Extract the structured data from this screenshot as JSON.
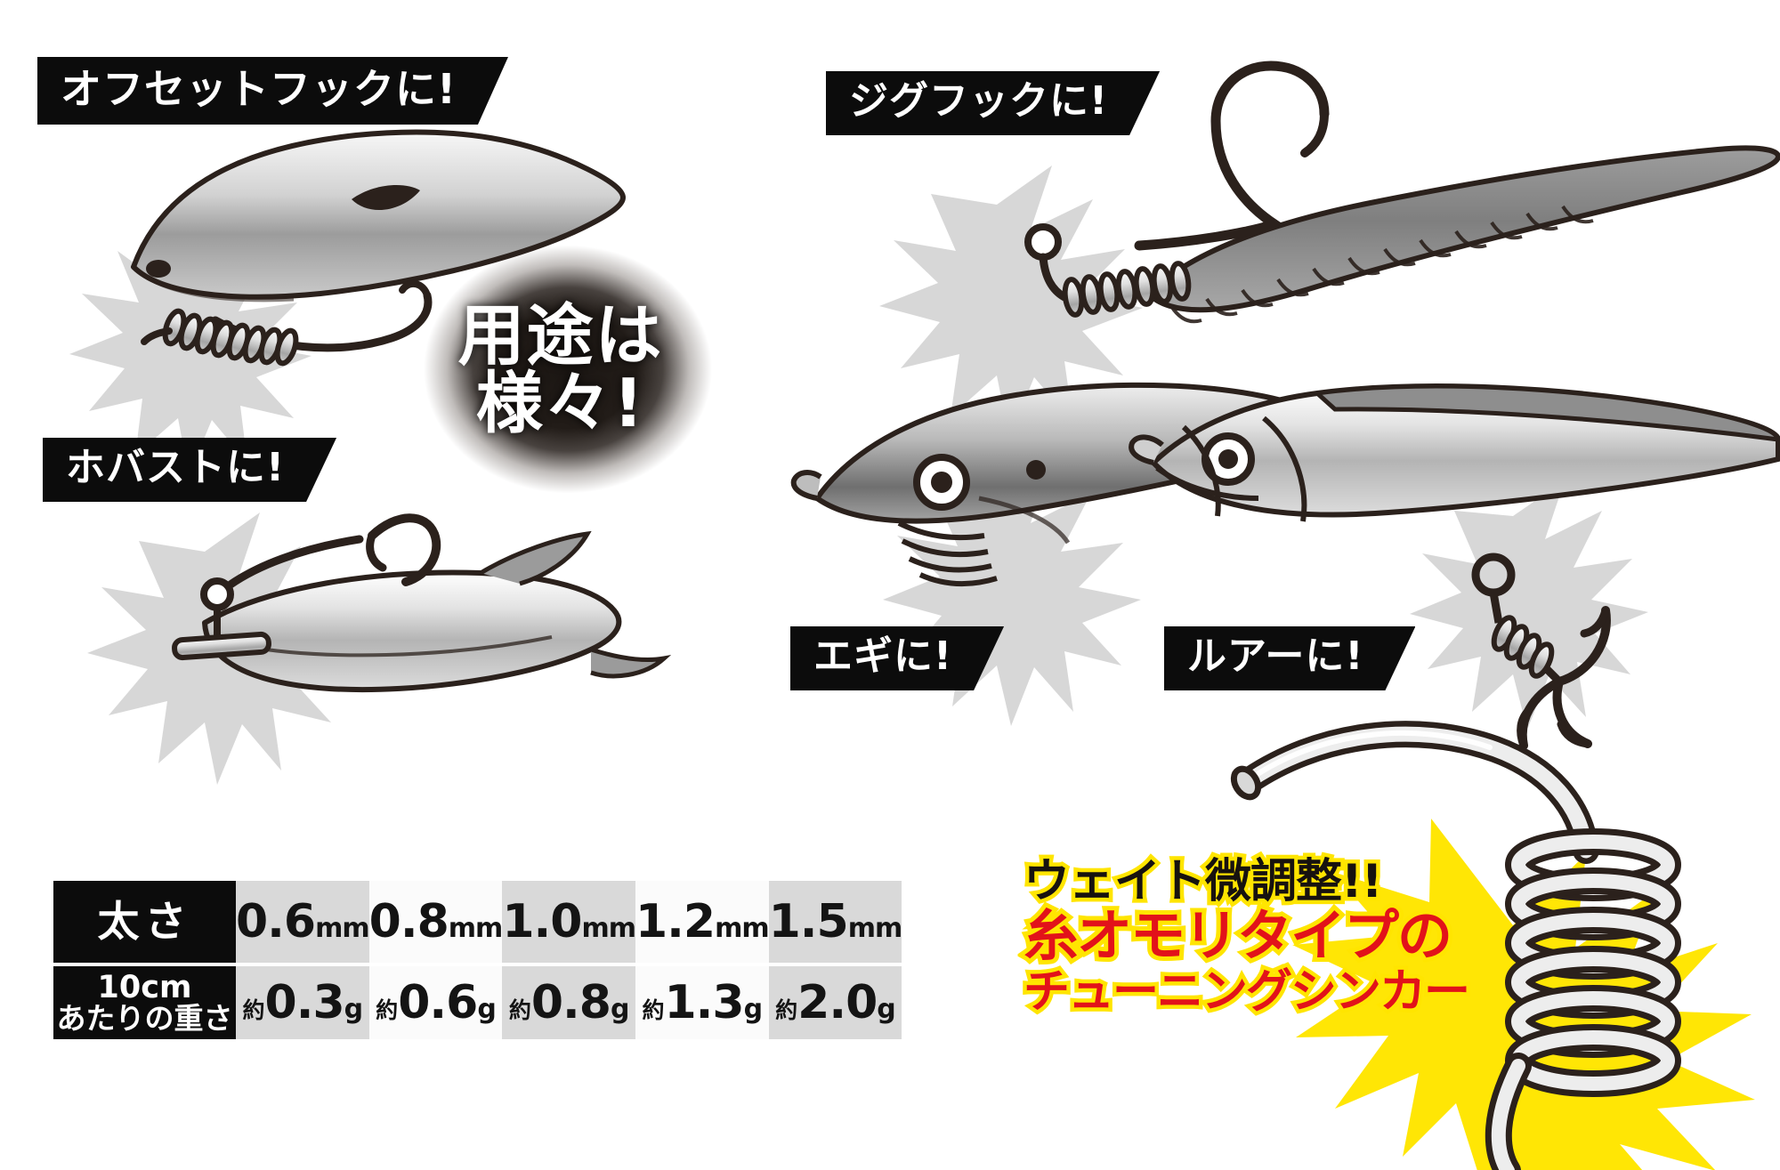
{
  "page": {
    "background_color": "#ffffff",
    "product_type": "fishing-tuning-sinker-infographic"
  },
  "center_callout": {
    "line1": "用途は",
    "line2": "様々!",
    "text_color": "#ffffff",
    "blob_color": "#1b1613"
  },
  "use_labels": [
    {
      "id": "offset-hook",
      "text": "オフセットフックに!"
    },
    {
      "id": "jig-hook",
      "text": "ジグフックに!"
    },
    {
      "id": "hovast",
      "text": "ホバストに!"
    },
    {
      "id": "egi",
      "text": "エギに!"
    },
    {
      "id": "lure",
      "text": "ルアーに!"
    }
  ],
  "spec_table": {
    "row_headers": {
      "thickness": "太さ",
      "weight_line1": "10cm",
      "weight_line2": "あたりの重さ"
    },
    "columns": [
      {
        "thickness": "0.6",
        "thickness_unit": "mm",
        "approx": "約",
        "weight": "0.3",
        "weight_unit": "g",
        "shaded": true
      },
      {
        "thickness": "0.8",
        "thickness_unit": "mm",
        "approx": "約",
        "weight": "0.6",
        "weight_unit": "g",
        "shaded": false
      },
      {
        "thickness": "1.0",
        "thickness_unit": "mm",
        "approx": "約",
        "weight": "0.8",
        "weight_unit": "g",
        "shaded": true
      },
      {
        "thickness": "1.2",
        "thickness_unit": "mm",
        "approx": "約",
        "weight": "1.3",
        "weight_unit": "g",
        "shaded": false
      },
      {
        "thickness": "1.5",
        "thickness_unit": "mm",
        "approx": "約",
        "weight": "2.0",
        "weight_unit": "g",
        "shaded": true
      }
    ],
    "header_bg": "#0c0c0c",
    "header_fg": "#ffffff",
    "shade_bg": "#d9d9d9",
    "plain_bg": "#fbfbfb"
  },
  "promo": {
    "line1": "ウェイト微調整!!",
    "line2": "糸オモリタイプの",
    "line3": "チューニングシンカー",
    "line1_color": "#17120f",
    "line2_color": "#e2121a",
    "line3_color": "#e2121a",
    "outline_color": "#ffe500",
    "burst_color": "#ffe500"
  },
  "illustrations": [
    {
      "id": "soft-lure-offset-hook",
      "name": "shad-soft-bait-with-offset-hook-and-coil"
    },
    {
      "id": "worm-jig-hook",
      "name": "straight-worm-with-jig-hook-and-coil"
    },
    {
      "id": "hovast-rig",
      "name": "small-minnow-bait-with-jig-head-and-weight-bar"
    },
    {
      "id": "egi-squid-jig",
      "name": "egi-squid-jig-head-with-coil"
    },
    {
      "id": "hard-lure",
      "name": "minnow-lure-with-treble-hook-and-coil"
    },
    {
      "id": "coil-sinker",
      "name": "coiled-wire-tuning-sinker"
    }
  ],
  "colors": {
    "ink": "#2b211c",
    "metal_light": "#f2f2f2",
    "metal_mid": "#bdbdbd",
    "metal_dark": "#8c8c8c",
    "burst_gray": "#d2d2d2"
  }
}
